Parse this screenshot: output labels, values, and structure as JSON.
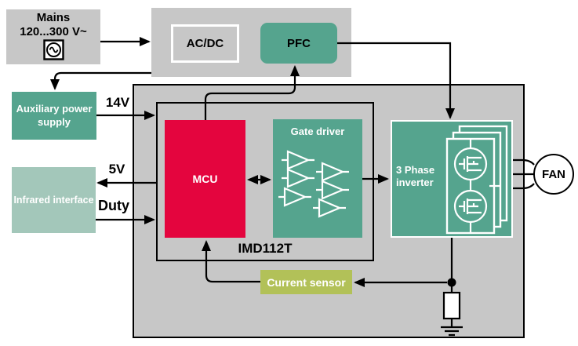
{
  "palette": {
    "teal": "#55A48E",
    "teal_light": "#A3C7BA",
    "red": "#E4053E",
    "olive": "#B2C158",
    "gray": "#C7C7C7",
    "wire": "#000000"
  },
  "mains": {
    "line1": "Mains",
    "line2": "120...300 V~",
    "icon": "ac-source-icon"
  },
  "power_stage": {
    "acdc_label": "AC/DC",
    "pfc_label": "PFC"
  },
  "aux_supply": {
    "label": "Auxiliary power supply"
  },
  "infrared": {
    "label": "Infrared interface"
  },
  "signals": {
    "v14": "14V",
    "v5": "5V",
    "duty": "Duty"
  },
  "controller": {
    "chip_label": "IMD112T",
    "mcu_label": "MCU",
    "gate_driver_label": "Gate driver"
  },
  "inverter": {
    "label": "3 Phase inverter"
  },
  "current_sensor": {
    "label": "Current sensor"
  },
  "fan": {
    "label": "FAN"
  }
}
